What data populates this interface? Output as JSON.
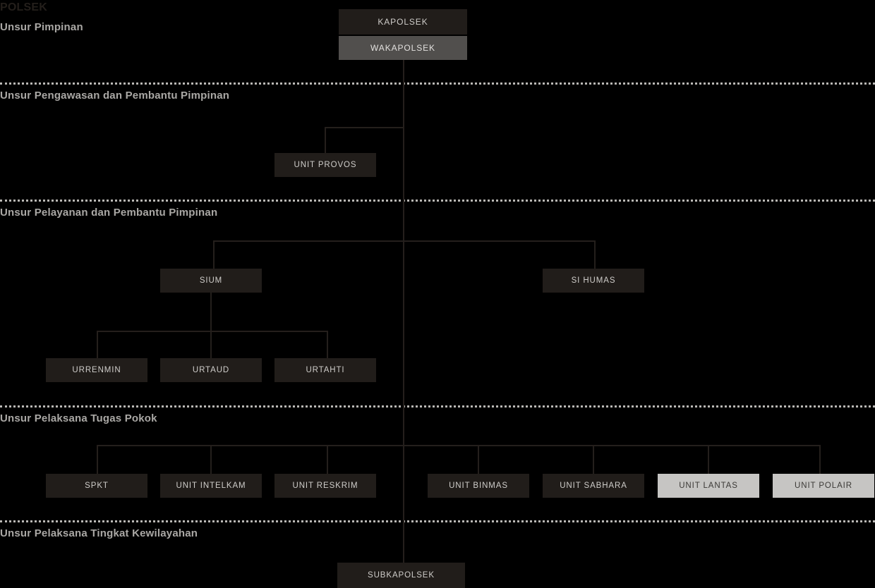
{
  "chart": {
    "title": "POLSEK",
    "sections": [
      {
        "id": "pimpinan",
        "label": "Unsur Pimpinan"
      },
      {
        "id": "pengawasan",
        "label": "Unsur Pengawasan dan Pembantu Pimpinan"
      },
      {
        "id": "pelayanan",
        "label": "Unsur Pelayanan dan Pembantu Pimpinan"
      },
      {
        "id": "pelaksana",
        "label": "Unsur Pelaksana Tugas Pokok"
      },
      {
        "id": "kewilayahan",
        "label": "Unsur Pelaksana Tingkat Kewilayahan"
      }
    ],
    "nodes": {
      "kapolsek": "KAPOLSEK",
      "wakapolsek": "WAKAPOLSEK",
      "unit_provos": "UNIT PROVOS",
      "sium": "SIUM",
      "si_humas": "SI HUMAS",
      "urrenmin": "URRENMIN",
      "urtaud": "URTAUD",
      "urtahti": "URTAHTI",
      "spkt": "SPKT",
      "unit_intelkam": "UNIT INTELKAM",
      "unit_reskrim": "UNIT RESKRIM",
      "unit_binmas": "UNIT BINMAS",
      "unit_sabhara": "UNIT SABHARA",
      "unit_lantas": "UNIT LANTAS",
      "unit_polair": "UNIT POLAIR",
      "subkapolsek": "SUBKAPOLSEK"
    },
    "colors": {
      "background": "#000000",
      "node_fill": "#211d1a",
      "node_text": "#cfcdca",
      "deputy_fill": "#514f4d",
      "highlight_fill": "#c6c5c3",
      "highlight_text": "#3b3936",
      "line": "#241f1c",
      "section_text": "#aaa8a5",
      "divider": "#b9b7b4"
    }
  }
}
